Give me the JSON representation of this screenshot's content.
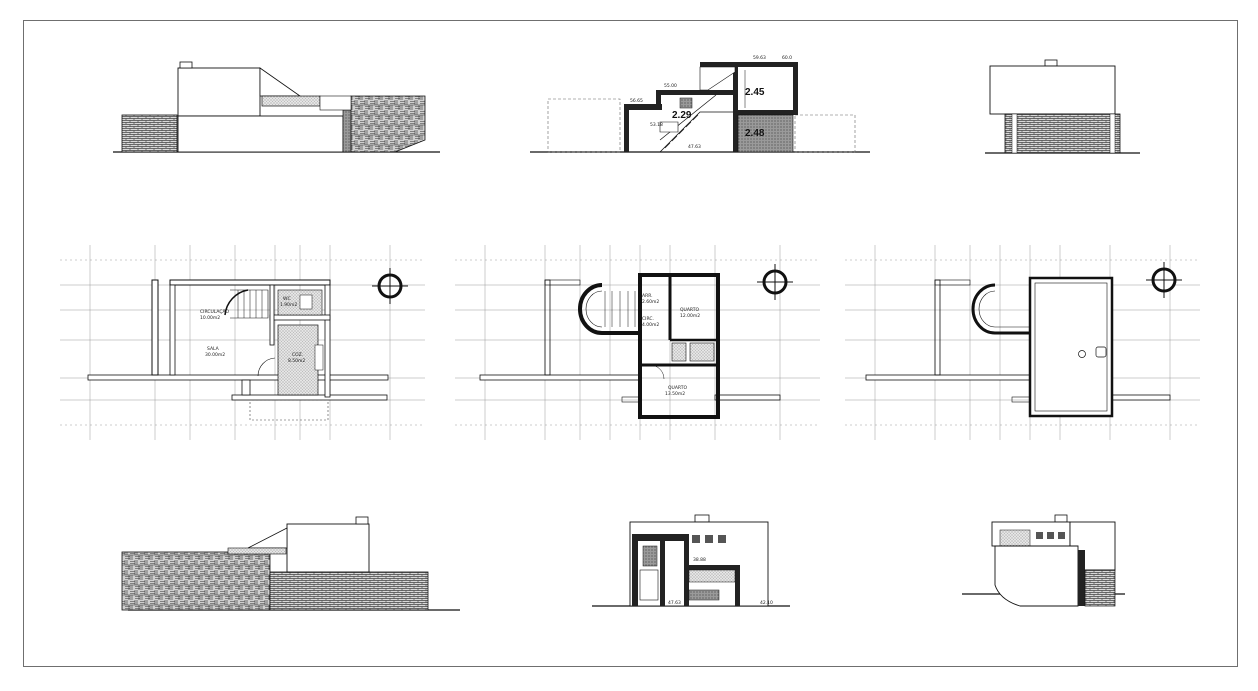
{
  "colors": {
    "paper": "#ffffff",
    "ink": "#111111",
    "grid": "#9a9a9a",
    "hatch_wall": "#555555",
    "frame": "#6f6f6f"
  },
  "icons": [
    "north-arrow-icon"
  ],
  "section": {
    "height_upper": "2.45",
    "height_middle": "2.29",
    "height_lower": "2.48",
    "level_top_a": "59.63",
    "level_top_b": "60.0",
    "level_upper": "55.00",
    "level_landing": "56.65",
    "level_mid": "53.18",
    "level_ground": "47.63"
  },
  "plans": {
    "ground": {
      "room_stair": "CIRCULAÇÃO",
      "room_stair_area": "10.00m2",
      "room_wc": "WC",
      "room_wc_area": "1.90m2",
      "room_living": "SALA",
      "room_living_area": "30.00m2",
      "room_kitchen": "COZ.",
      "room_kitchen_area": "8.50m2"
    },
    "upper": {
      "room_hall": "ARR.",
      "room_hall_area": "2.60m2",
      "room_bed_top": "QUARTO",
      "room_bed_top_area": "12.00m2",
      "room_corridor": "CIRC.",
      "room_corridor_area": "4.00m2",
      "room_bed_bottom": "QUARTO",
      "room_bed_bottom_area": "13.50m2"
    }
  },
  "elevations": {
    "front_level_a": "38.88",
    "front_level_b": "47.63",
    "front_level_c": "42.10"
  }
}
